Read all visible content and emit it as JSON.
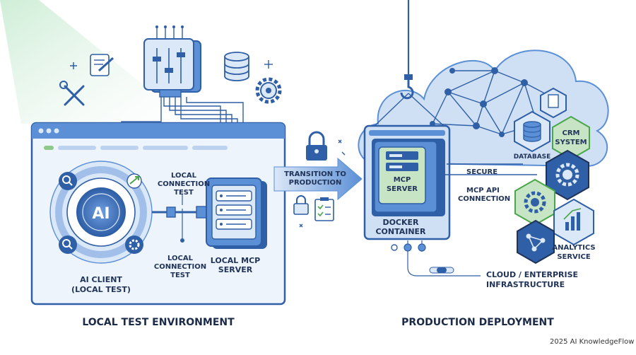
{
  "left": {
    "ai_badge": "AI",
    "ai_client_line1": "AI CLIENT",
    "ai_client_line2": "(LOCAL TEST)",
    "conn_top_line1": "LOCAL",
    "conn_top_line2": "CONNECTION",
    "conn_top_line3": "TEST",
    "conn_bottom_line1": "LOCAL",
    "conn_bottom_line2": "CONNECTION",
    "conn_bottom_line3": "TEST",
    "server_line1": "LOCAL MCP",
    "server_line2": "SERVER",
    "section_title": "LOCAL TEST ENVIRONMENT"
  },
  "transition": {
    "line1": "TRANSITION TO",
    "line2": "PRODUCTION"
  },
  "right": {
    "mcp_line1": "MCP",
    "mcp_line2": "SERVER",
    "docker_line1": "DOCKER",
    "docker_line2": "CONTAINER",
    "secure_line1": "SECURE",
    "secure_line2": "MCP API",
    "secure_line3": "CONNECTION",
    "database": "DATABASE",
    "crm_line1": "CRM",
    "crm_line2": "SYSTEM",
    "analytics_line1": "ANALYTICS",
    "analytics_line2": "SERVICE",
    "infra_line1": "CLOUD / ENTERPRISE",
    "infra_line2": "INFRASTRUCTURE",
    "section_title": "PRODUCTION DEPLOYMENT"
  },
  "footer": "2025 AI KnowledgeFlow",
  "colors": {
    "dark_blue": "#2f5fa6",
    "mid_blue": "#5b8fd6",
    "light_blue": "#dbe8f8",
    "green": "#8cc98a",
    "text": "#1f3358"
  }
}
